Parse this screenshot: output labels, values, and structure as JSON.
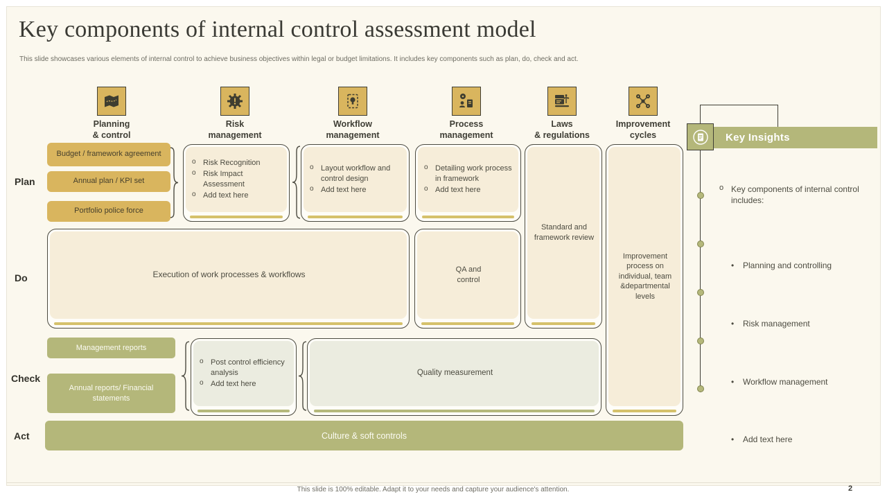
{
  "slide": {
    "title": "Key components of internal control assessment model",
    "subtitle": "This slide showcases various elements of internal control to achieve business objectives within legal or budget limitations. It includes key components such as plan, do, check and act.",
    "footer": "This slide is 100% editable. Adapt it to your needs and capture your audience's attention.",
    "page_number": "2"
  },
  "colors": {
    "gold": "#d9b55e",
    "olive": "#b4b77a",
    "cream_fill": "#f6edd9",
    "light_fill": "#ebece0",
    "background": "#fbf8ee"
  },
  "columns": [
    {
      "line1": "Planning",
      "line2": "& control",
      "icon": "map-icon"
    },
    {
      "line1": "Risk",
      "line2": "management",
      "icon": "gear-warning-icon"
    },
    {
      "line1": "Workflow",
      "line2": "management",
      "icon": "document-bulb-icon"
    },
    {
      "line1": "Process",
      "line2": "management",
      "icon": "person-gear-icon"
    },
    {
      "line1": "Laws",
      "line2": "& regulations",
      "icon": "document-scales-icon"
    },
    {
      "line1": "Improvement",
      "line2": "cycles",
      "icon": "network-icon"
    }
  ],
  "rows": {
    "plan": "Plan",
    "do": "Do",
    "check": "Check",
    "act": "Act"
  },
  "plan": {
    "gold_boxes": [
      "Budget / framework agreement",
      "Annual plan / KPI set",
      "Portfolio police force"
    ],
    "risk_items": [
      "Risk Recognition",
      "Risk Impact Assessment",
      "Add text here"
    ],
    "workflow_items": [
      "Layout workflow and control design",
      "Add text here"
    ],
    "process_items": [
      "Detailing work process in framework",
      "Add text here"
    ],
    "laws_text": "Standard and framework review",
    "improvement_text": "Improvement process on individual, team &departmental levels"
  },
  "do": {
    "execution_text": "Execution of work processes & workflows",
    "qa_text": "QA and control"
  },
  "check": {
    "olive_boxes": [
      "Management reports",
      "Annual reports/ Financial statements"
    ],
    "post_control_items": [
      "Post control efficiency analysis",
      "Add text here"
    ],
    "quality_text": "Quality measurement"
  },
  "act": {
    "bar_text": "Culture & soft controls"
  },
  "key_insights": {
    "title": "Key Insights",
    "intro": "Key components of internal control includes:",
    "bullets": [
      "Planning and controlling",
      "Risk management",
      "Workflow management",
      "Add text here"
    ]
  }
}
